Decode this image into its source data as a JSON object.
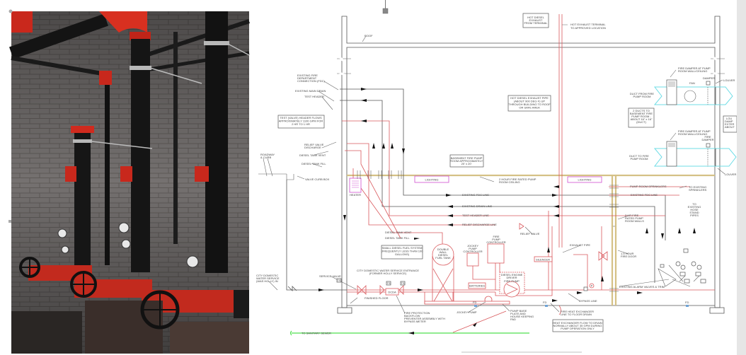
{
  "colors": {
    "pipe_red": "#d9585c",
    "duct_cyan": "#6fdde6",
    "sewer_green": "#4fe04f",
    "fire_rated_tan": "#d5c186",
    "heater_magenta": "#d04fd0"
  },
  "photo": {
    "icon": "fire-pump-riser-photo"
  },
  "labels": {
    "roof": [
      "ROOF"
    ],
    "fdc": [
      "EXISTING FIRE",
      "DEPARTMENT",
      "CONNECTION (FDC)"
    ],
    "main_drain": [
      "EXISTING MAIN DRAIN"
    ],
    "test_header": [
      "TEST HEADER"
    ],
    "test_header_box": [
      "TEST (VALVE) HEADER FLOWS",
      "APPROXIMATELY 1100 GPM FOR",
      "2 HR TO 1 HR"
    ],
    "relief_discharge": [
      "RELIEF VALVE",
      "DISCHARGE"
    ],
    "tank_vent_top": [
      "DIESEL TANK VENT"
    ],
    "tank_fill_top": [
      "DIESEL TANK FILL"
    ],
    "roadway": [
      "ROADWAY",
      "& CURB"
    ],
    "curb_box": [
      "VALVE CURB BOX"
    ],
    "exhaust_terminal_box": [
      "HOT DIESEL",
      "EXHAUST",
      "FROM TERMINAL"
    ],
    "exhaust_terminal": [
      "HOT EXHAUST TERMINAL",
      "TO APPROVED LOCATION"
    ],
    "exhaust_pipe_box": [
      "HOT DIESEL EXHAUST PIPE",
      "(ABOUT 900 DEG F) UP",
      "THROUGH BUILDING TO ROOF",
      "OR SAFE AREA"
    ],
    "fire_damper_1": [
      "FIRE DAMPER AT PUMP",
      "ROOM WALL/CEILING"
    ],
    "damper": [
      "DAMPER"
    ],
    "fan": [
      "FAN"
    ],
    "louver_1": [
      "LOUVER"
    ],
    "duct_from": [
      "DUCT FROM FIRE",
      "PUMP ROOM"
    ],
    "ducts_box": [
      "2 DUCTS TO",
      "BASEMENT FIRE",
      "PUMP ROOM -",
      "ABOUT 16\" x 16\"",
      "(DUCT)"
    ],
    "louver_box_cut": [
      "LOU",
      "DAMP",
      "EXTER",
      "ABOUT"
    ],
    "fire_damper_2": [
      "FIRE DAMPER AT PUMP",
      "ROOM WALL/CEILING"
    ],
    "fire_damper_small": [
      "FIRE",
      "DAMPER"
    ],
    "duct_to": [
      "DUCT TO FIRE",
      "PUMP ROOM"
    ],
    "louver_2": [
      "LOUVER"
    ],
    "basement_box": [
      "BASEMENT FIRE PUMP",
      "ROOM APPROXIMATELY",
      "20' x 20'"
    ],
    "lighting_1": [
      "LIGHTING"
    ],
    "lighting_2": [
      "LIGHTING"
    ],
    "ceiling": [
      "2 HOUR FIRE RATED PUMP",
      "ROOM CEILING"
    ],
    "heater": [
      "HEATER"
    ],
    "fdc_line": [
      "EXISTING FDC LINE"
    ],
    "drain_line": [
      "EXISTING DRAIN LINE"
    ],
    "test_line": [
      "TEST HEADER LINE"
    ],
    "relief_line": [
      "RELIEF DISCHARGE LINE"
    ],
    "pump_sprinklers": [
      "PUMP ROOM SPRINKLERS"
    ],
    "to_sprinklers": [
      "TO EXISTING",
      "SPRINKLERS"
    ],
    "fdc_line_right": [
      "EXISTING FDC LINE"
    ],
    "hose": [
      "TO",
      "EXISTING",
      "HOSE",
      "STAND",
      "PIPES"
    ],
    "walls": [
      "2 HR FIRE",
      "RATED PUMP",
      "ROOM WALLS"
    ],
    "relief_valve": [
      "RELIEF VALVE"
    ],
    "exhaust_pipe": [
      "EXHAUST PIPE"
    ],
    "fire_door": [
      "1.5 HOUR",
      "FIRE DOOR"
    ],
    "tank_vent": [
      "DIESEL TANK VENT"
    ],
    "tank_fill": [
      "DIESEL TANK FILL"
    ],
    "fuel_box": [
      "SMALL DIESEL FUEL SYSTEM",
      "(FREQUENTLY LESS THAN 100",
      "GALLONS)"
    ],
    "fuel_tank": [
      "DOUBLE",
      "WALL",
      "DIESEL",
      "FUEL TANK"
    ],
    "jockey_controller": [
      "JOCKEY",
      "PUMP",
      "CONTROLLER"
    ],
    "fire_controller": [
      "FIRE",
      "PUMP",
      "CONTROLLER"
    ],
    "silencer": [
      "SILENCER"
    ],
    "engine": [
      "DIESEL ENGINE",
      "DRIVER"
    ],
    "fire_pump": [
      "FIRE PUMP"
    ],
    "batteries": [
      "BATTERIES"
    ],
    "city_entrance": [
      "CITY DOMESTIC WATER SERVICE ENTRANCE",
      "(FORMER HOLLY SERVICE)"
    ],
    "service_valve": [
      "SERVICE VALVE"
    ],
    "city_service": [
      "CITY DOMESTIC",
      "WATER SERVICE",
      "(WAS HOLLY) IN"
    ],
    "dcda": [
      "DCDA"
    ],
    "finished_floor": [
      "FINISHED FLOOR"
    ],
    "backflow": [
      "FIRE PROTECTION",
      "BACKFLOW",
      "PREVENTER ASSEMBLY WITH",
      "BYPASS METER"
    ],
    "jockey_pump": [
      "JOCKEY PUMP"
    ],
    "pump_base": [
      "PUMP BASE",
      "PLATE AND",
      "HOUSE KEEPING",
      "PAD"
    ],
    "heat_exchanger": [
      "FIRE HEAT EXCHANGER",
      "LINE TO FLOOR DRAIN"
    ],
    "hx_box": [
      "HEAT EXCHANGER FLOW TO DRAIN",
      "NORMALLY ABOUT 35 GPM DURING",
      "PUMP OPERATION ONLY"
    ],
    "bypass": [
      "BYPASS LINE"
    ],
    "alarm": [
      "EXISTING ALARM VALVES & TRIM"
    ],
    "fd": [
      "FD"
    ],
    "sewer": [
      "TO SANITARY SEWER"
    ],
    "ts": [
      "TS"
    ],
    "p": [
      "P"
    ]
  }
}
